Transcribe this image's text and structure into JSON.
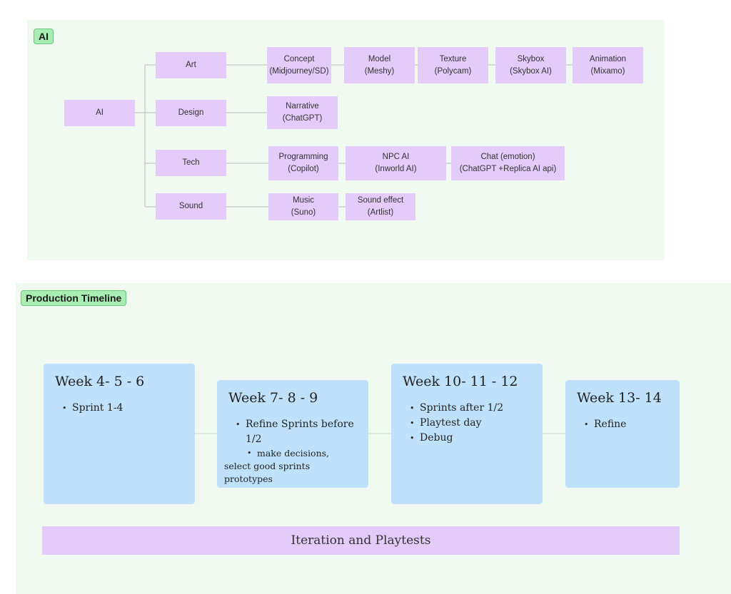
{
  "ai_section": {
    "tag": "AI",
    "root": "AI",
    "categories": [
      {
        "label": "Art"
      },
      {
        "label": "Design"
      },
      {
        "label": "Tech"
      },
      {
        "label": "Sound"
      }
    ],
    "art_items": [
      {
        "line1": "Concept",
        "line2": "(Midjourney/SD)"
      },
      {
        "line1": "Model",
        "line2": "(Meshy)"
      },
      {
        "line1": "Texture",
        "line2": "(Polycam)"
      },
      {
        "line1": "Skybox",
        "line2": "(Skybox AI)"
      },
      {
        "line1": "Animation",
        "line2": "(Mixamo)"
      }
    ],
    "design_items": [
      {
        "line1": "Narrative",
        "line2": "(ChatGPT)"
      }
    ],
    "tech_items": [
      {
        "line1": "Programming",
        "line2": "(Copilot)"
      },
      {
        "line1": "NPC AI",
        "line2": "(Inworld AI)"
      },
      {
        "line1": "Chat (emotion)",
        "line2": "(ChatGPT +Replica AI api)"
      }
    ],
    "sound_items": [
      {
        "line1": "Music",
        "line2": "(Suno)"
      },
      {
        "line1": "Sound effect",
        "line2": "(Artlist)"
      }
    ]
  },
  "timeline_section": {
    "tag": "Production Timeline",
    "weeks": [
      {
        "title": "Week 4- 5 - 6",
        "items": [
          "Sprint 1-4"
        ]
      },
      {
        "title": "Week 7- 8 - 9",
        "items": [
          "Refine Sprints before 1/2"
        ],
        "sub": "make decisions,",
        "cont": "select good sprints prototypes"
      },
      {
        "title": "Week 10- 11 - 12",
        "items": [
          "Sprints after 1/2",
          "Playtest day",
          "Debug"
        ]
      },
      {
        "title": "Week 13- 14",
        "items": [
          "Refine"
        ]
      }
    ],
    "bar_label": "Iteration and Playtests"
  }
}
